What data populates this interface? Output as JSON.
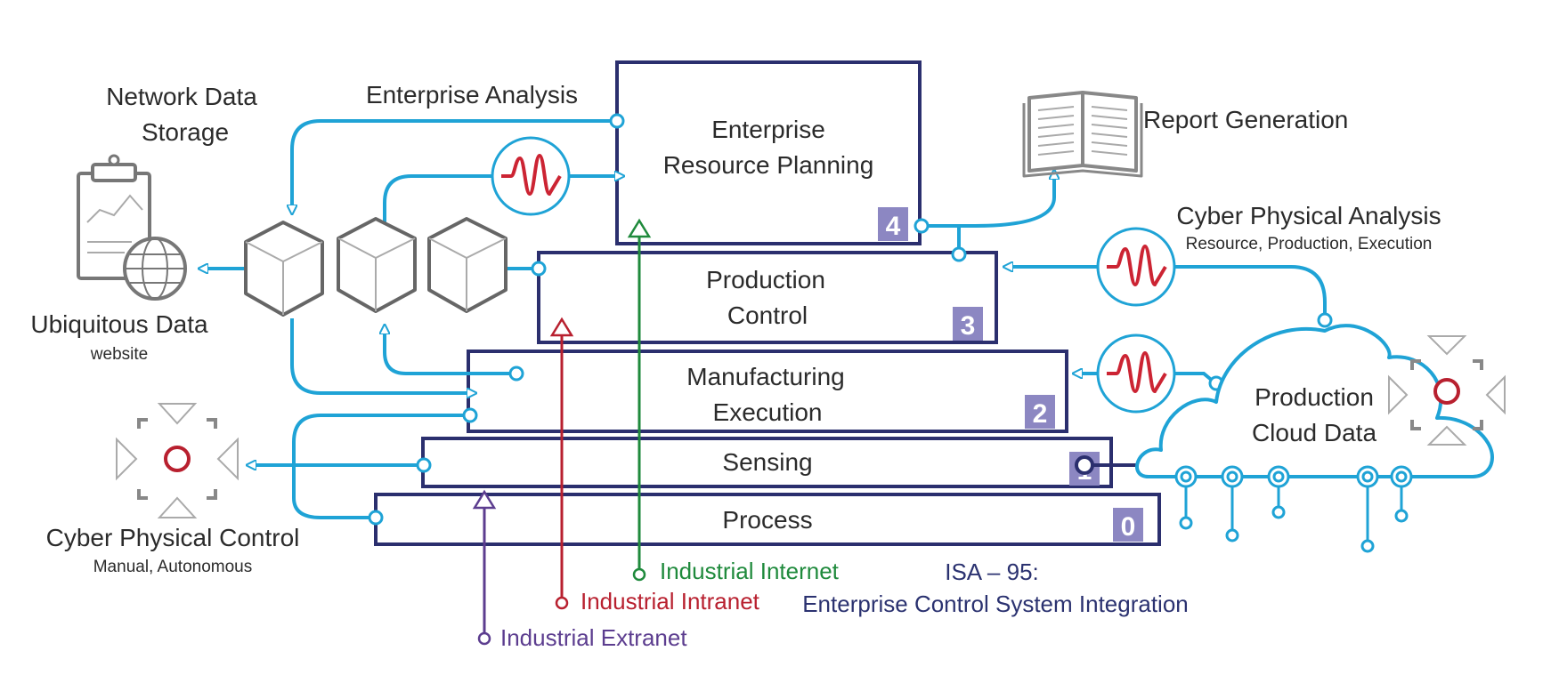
{
  "colors": {
    "frame": "#2b2f6e",
    "flow": "#1fa3d6",
    "wave": "#cc2433",
    "intranet": "#b8202f",
    "internet": "#1f8a3c",
    "extranet": "#5c3d8f",
    "level_badge": "#8c87c2",
    "icon_gray": "#777777"
  },
  "layers": {
    "erp": {
      "line1": "Enterprise",
      "line2": "Resource Planning",
      "level": "4"
    },
    "production_control": {
      "line1": "Production",
      "line2": "Control",
      "level": "3"
    },
    "manufacturing_execution": {
      "line1": "Manufacturing",
      "line2": "Execution",
      "level": "2"
    },
    "sensing": {
      "label": "Sensing",
      "level": "1"
    },
    "process": {
      "label": "Process",
      "level": "0"
    }
  },
  "labels": {
    "enterprise_analysis": "Enterprise Analysis",
    "network_data_storage_1": "Network Data",
    "network_data_storage_2": "Storage",
    "ubiquitous_data": "Ubiquitous Data",
    "ubiquitous_data_sub": "website",
    "report_generation": "Report Generation",
    "cyber_physical_analysis": "Cyber Physical Analysis",
    "cyber_physical_analysis_sub": "Resource, Production, Execution",
    "production_cloud_1": "Production",
    "production_cloud_2": "Cloud Data",
    "cyber_physical_control": "Cyber Physical Control",
    "cyber_physical_control_sub": "Manual,  Autonomous"
  },
  "networks": {
    "internet": "Industrial Internet",
    "intranet": "Industrial Intranet",
    "extranet": "Industrial Extranet"
  },
  "isa": {
    "line1": "ISA – 95:",
    "line2": "Enterprise Control System Integration"
  },
  "icons": {
    "storage": "clipboard-globe-icon",
    "report": "open-book-icon",
    "control_left": "target-crosshair-icon",
    "control_right": "target-crosshair-icon",
    "cubes": "data-cube-icon",
    "signal": "sine-wave-signal-icon",
    "cloud": "cloud-icon"
  }
}
